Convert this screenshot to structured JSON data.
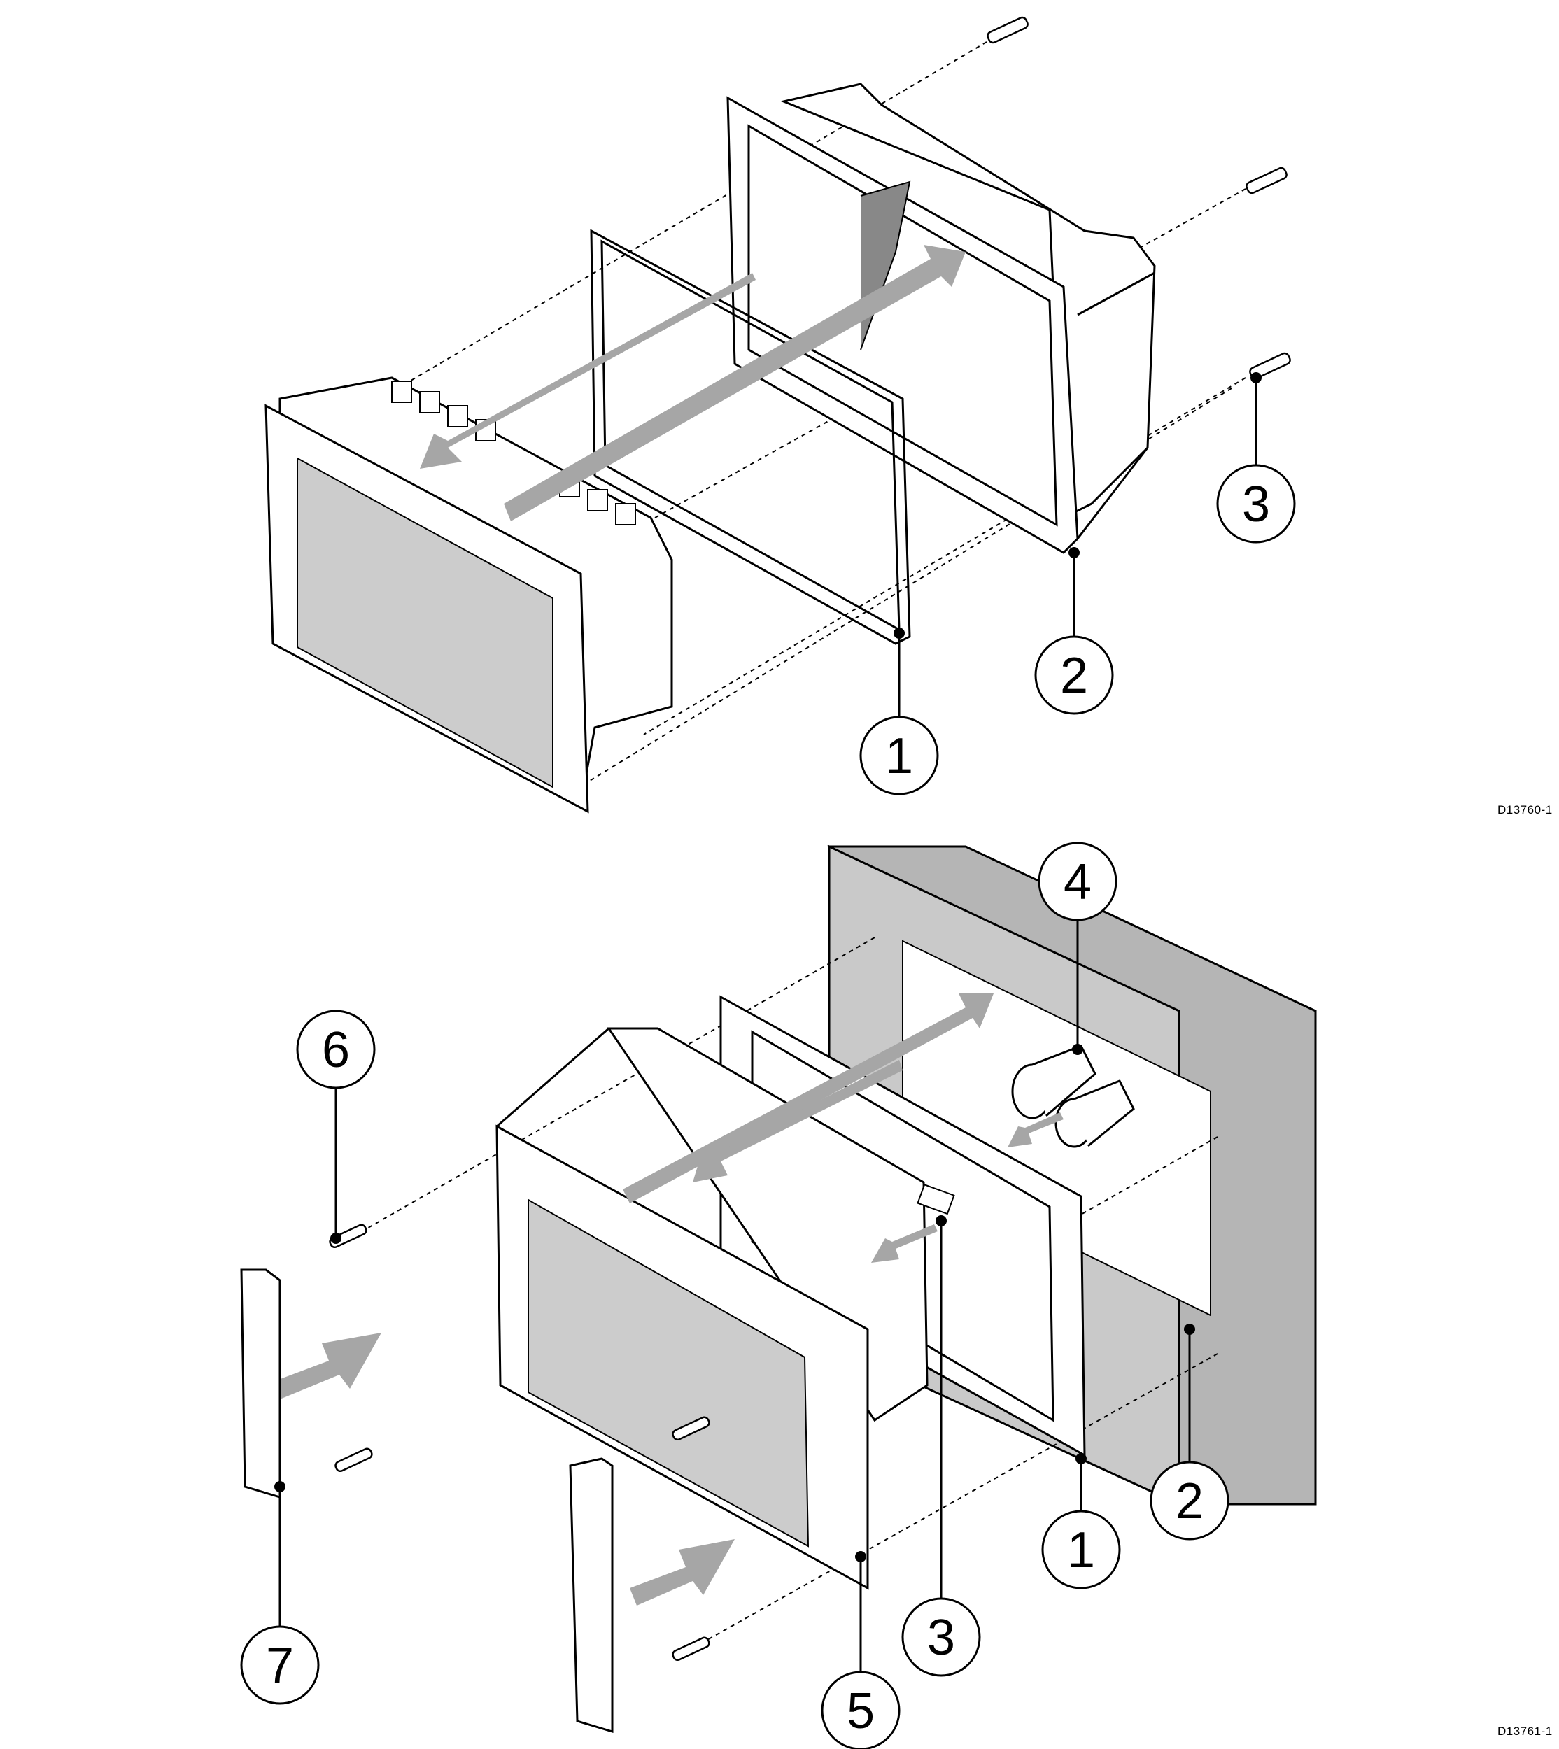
{
  "figures": [
    {
      "id": "top",
      "reference_code": "D13760-1",
      "callouts": [
        "1",
        "2",
        "3"
      ]
    },
    {
      "id": "bottom",
      "reference_code": "D13761-1",
      "callouts": [
        "1",
        "2",
        "3",
        "4",
        "5",
        "6",
        "7"
      ]
    }
  ],
  "colors": {
    "line": "#000000",
    "arrow": "#a6a6a6",
    "screen": "#cccccc",
    "panel": "#c9c9c9",
    "panel_edge": "#b5b5b5",
    "body": "#ffffff"
  }
}
